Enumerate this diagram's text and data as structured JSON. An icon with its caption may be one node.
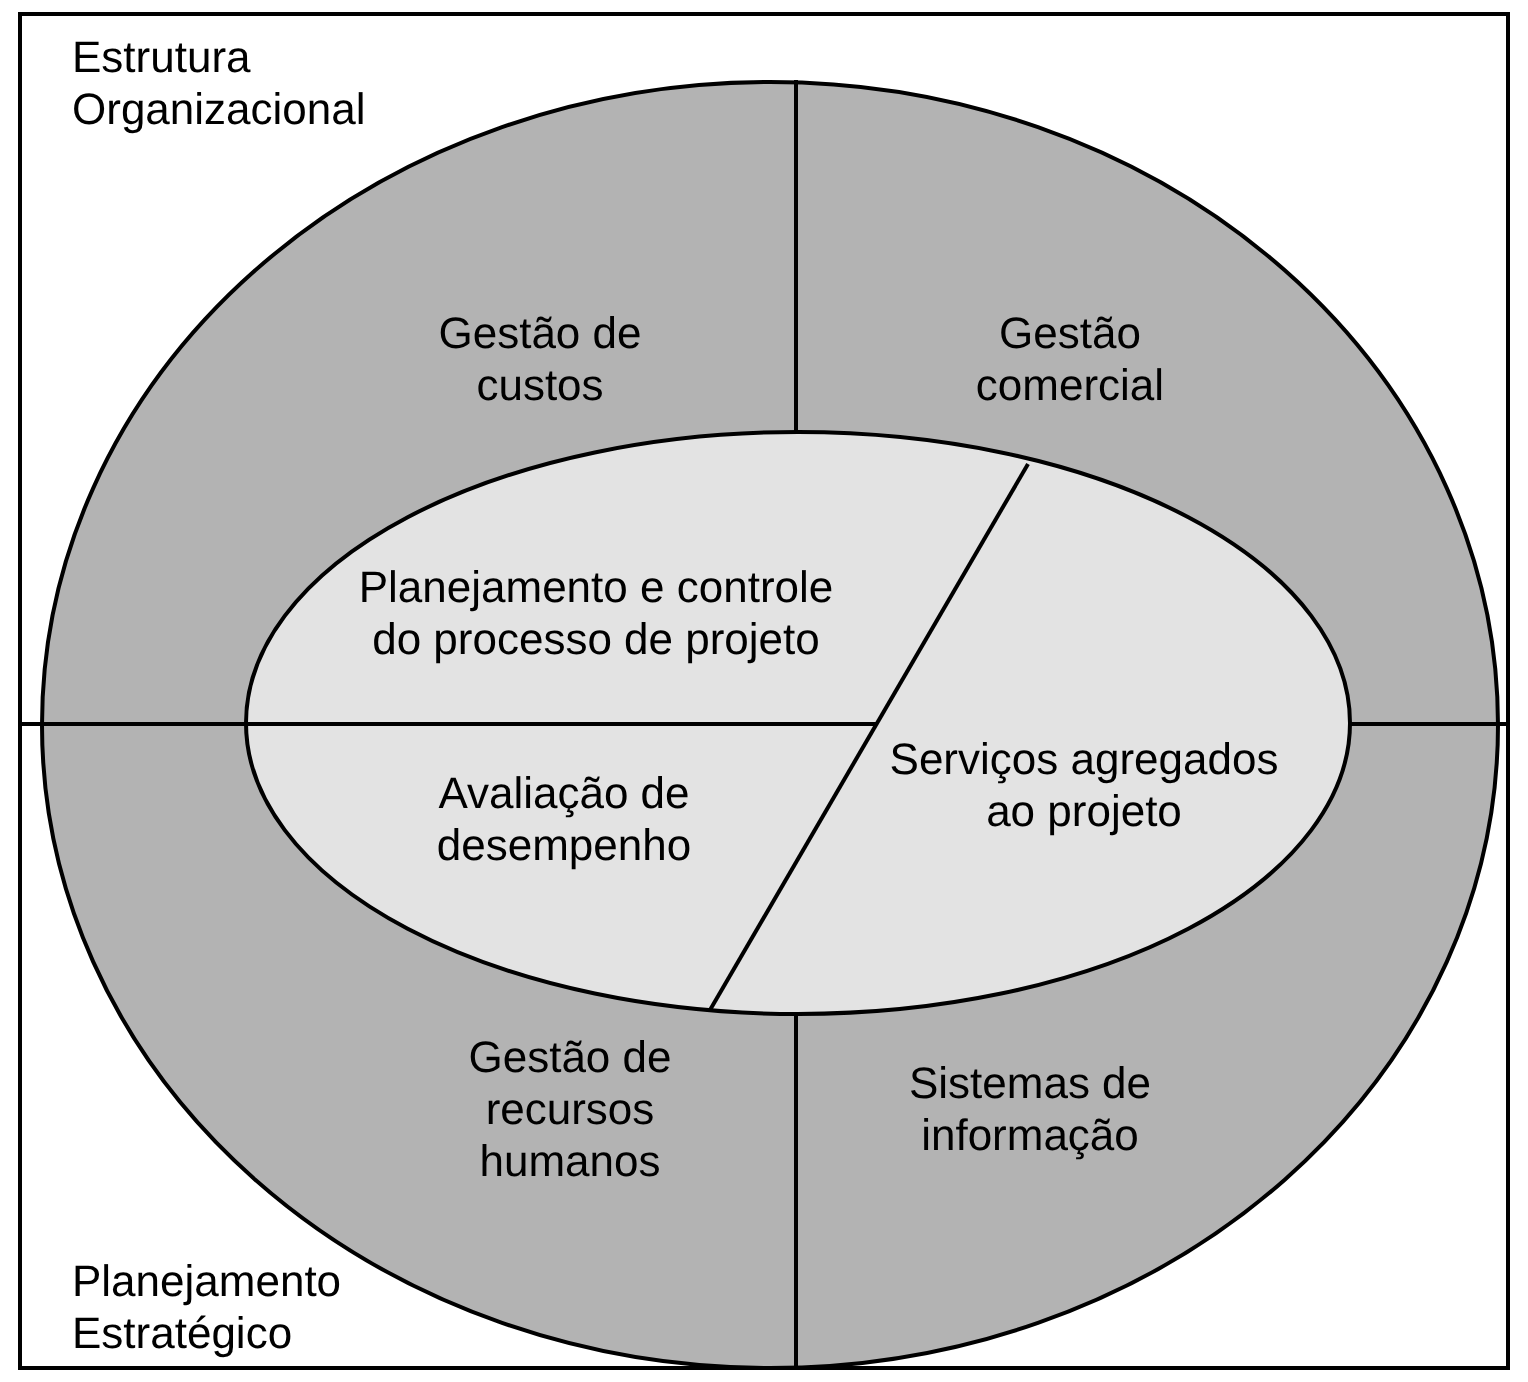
{
  "diagram": {
    "nodes": [
      {
        "text": [],
        "shape": "ellipse"
      },
      {
        "text": [
          "Gestão de custos"
        ],
        "in": 0
      },
      {
        "text": [
          "Gestão comercial"
        ],
        "in": 0
      },
      {
        "text": [],
        "shape": "ellipse",
        "in": 0
      },
      {
        "text": [
          "Planejamento e controle do processo de projeto"
        ],
        "in": 3
      },
      {
        "text": [
          "Avaliação de desempenho"
        ],
        "in": 3
      },
      {
        "text": [
          "Serviços agregados ao projeto"
        ],
        "in": 3
      },
      {
        "text": [
          "Gestão de recursos humanos"
        ],
        "in": 0
      },
      {
        "text": [
          "Sistemas de informação"
        ],
        "in": 0
      }
    ],
    "labels": [
      "Estrutura Organizacional",
      "Planejamento Estratégico"
    ]
  }
}
